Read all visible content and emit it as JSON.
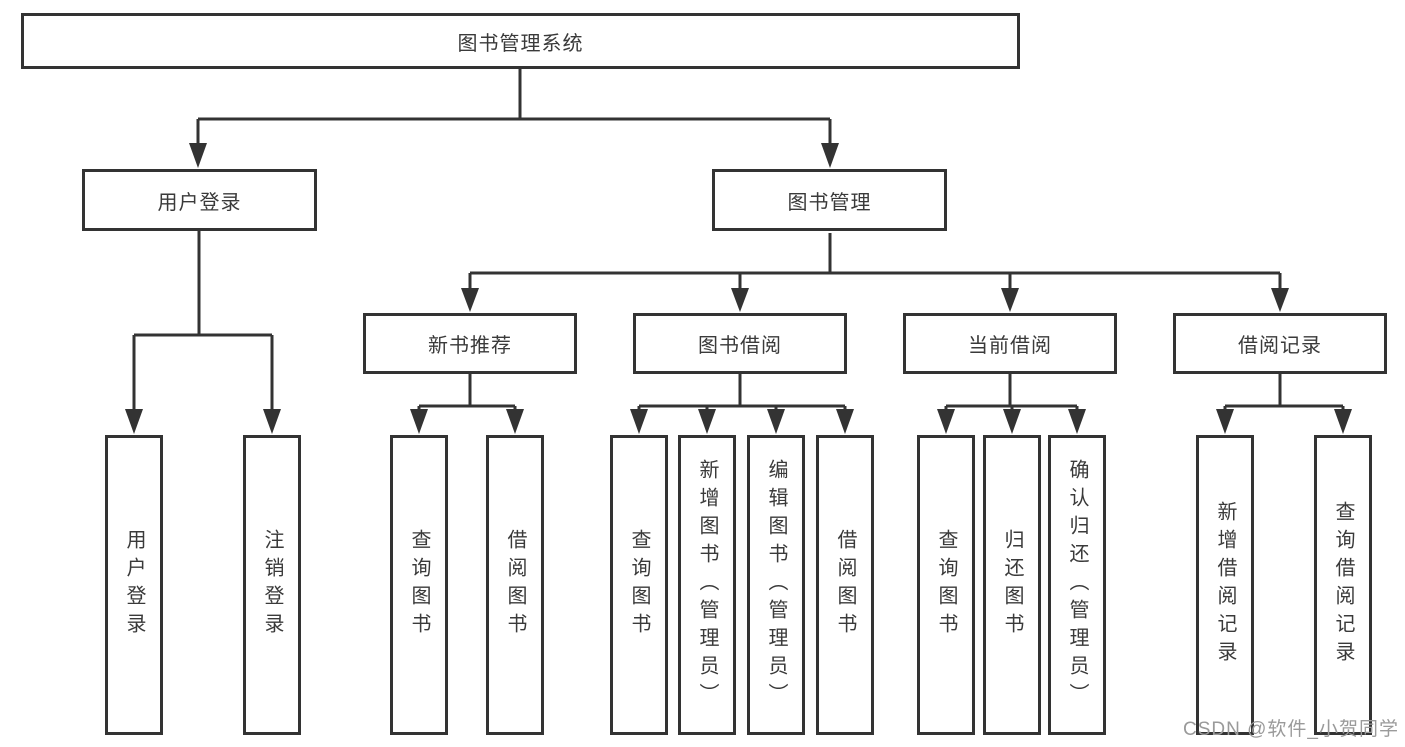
{
  "diagram": {
    "root": {
      "label": "图书管理系统"
    },
    "level2": [
      {
        "label": "用户登录"
      },
      {
        "label": "图书管理"
      }
    ],
    "level3": [
      {
        "label": "新书推荐"
      },
      {
        "label": "图书借阅"
      },
      {
        "label": "当前借阅"
      },
      {
        "label": "借阅记录"
      }
    ],
    "leaves": {
      "user_login": [
        {
          "label": "用户登录"
        },
        {
          "label": "注销登录"
        }
      ],
      "new_book_recommend": [
        {
          "label": "查询图书"
        },
        {
          "label": "借阅图书"
        }
      ],
      "book_borrow": [
        {
          "label": "查询图书"
        },
        {
          "label": "新增图书（管理员）"
        },
        {
          "label": "编辑图书（管理员）"
        },
        {
          "label": "借阅图书"
        }
      ],
      "current_borrow": [
        {
          "label": "查询图书"
        },
        {
          "label": "归还图书"
        },
        {
          "label": "确认归还（管理员）"
        }
      ],
      "borrow_record": [
        {
          "label": "新增借阅记录"
        },
        {
          "label": "查询借阅记录"
        }
      ]
    },
    "watermark": "CSDN @软件_小贺同学",
    "colors": {
      "line": "#333333",
      "text": "#3a3a3a",
      "watermark": "#9a9a9a",
      "background": "#ffffff"
    }
  }
}
